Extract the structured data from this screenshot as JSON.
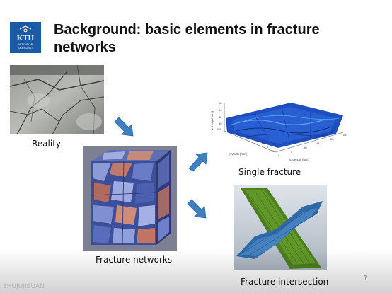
{
  "slide": {
    "title": "Background: basic elements in fracture networks",
    "page_number": "7",
    "logo_text": "KTH",
    "logo_subtext": [
      "VETENSKAP",
      "OCH KONST"
    ]
  },
  "panels": {
    "reality": {
      "label": "Reality"
    },
    "fracture_networks": {
      "label": "Fracture networks"
    },
    "single_fracture": {
      "label": "Single fracture",
      "plot": {
        "z_axis_label": "z: Height [mm]",
        "y_axis_label": "y: Width [mm]",
        "x_axis_label": "x: Length [mm]",
        "z_ticks": [
          "16",
          "14",
          "12",
          "10",
          "0.5"
        ],
        "y_ticks": [
          "10",
          "5",
          "0"
        ],
        "x_ticks": [
          "0",
          "5",
          "10",
          "15",
          "20",
          "25"
        ]
      }
    },
    "fracture_intersection": {
      "label": "Fracture intersection"
    }
  },
  "colors": {
    "logo_blue": "#1d5aa6",
    "arrow_blue": "#3f80c0",
    "surface_blue": "#1f4fbf",
    "intersection_green": "#4e7f1e"
  },
  "watermark": "SHUJUJISUAN"
}
